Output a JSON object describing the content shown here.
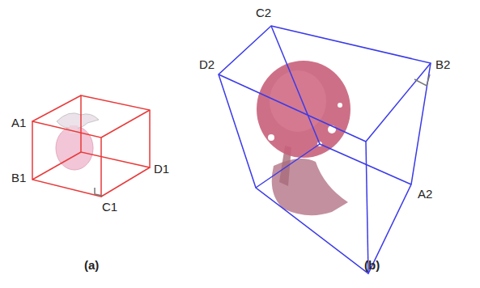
{
  "diagram": {
    "labels": [
      "A1",
      "B1",
      "C1",
      "D1",
      "(a)",
      "C2",
      "D2",
      "B2",
      "A2",
      "(b)"
    ]
  }
}
